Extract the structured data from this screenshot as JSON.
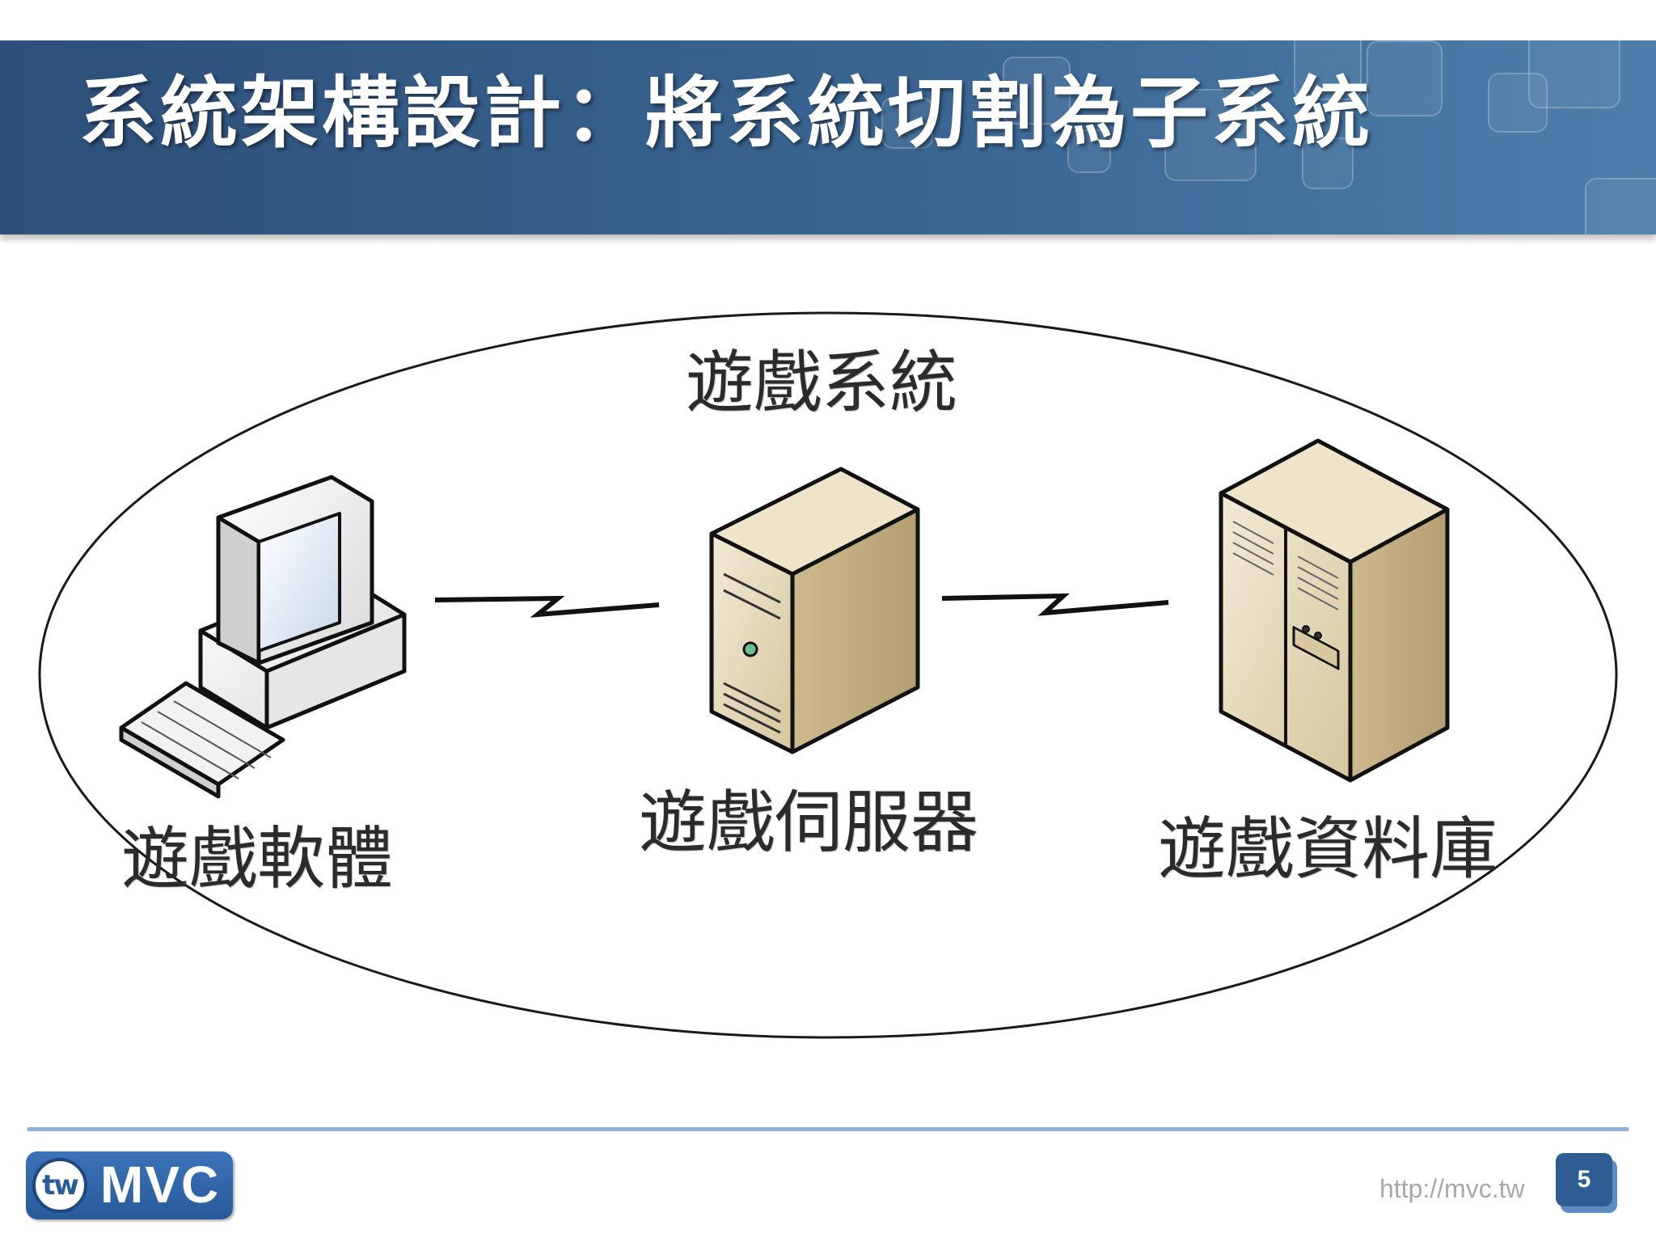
{
  "slide": {
    "title": "系統架構設計：將系統切割為子系統"
  },
  "diagram": {
    "system_label": "遊戲系統",
    "nodes": [
      {
        "id": "client",
        "label": "遊戲軟體",
        "icon": "desktop-computer-icon"
      },
      {
        "id": "server",
        "label": "遊戲伺服器",
        "icon": "tower-server-icon"
      },
      {
        "id": "database",
        "label": "遊戲資料庫",
        "icon": "database-server-icon"
      }
    ],
    "links": [
      {
        "from": "client",
        "to": "server",
        "style": "lightning-connector"
      },
      {
        "from": "server",
        "to": "database",
        "style": "lightning-connector"
      }
    ],
    "colors": {
      "device_beige": "#e8dcc0",
      "outline": "#111111",
      "screen": "#dde8f4"
    }
  },
  "footer": {
    "logo_badge": "tw",
    "logo_text": "MVC",
    "url": "http://mvc.tw",
    "page_number": "5"
  },
  "theme": {
    "banner": "#2d4f79",
    "rule": "#8fb0d6",
    "page_badge": "#2f5d93"
  }
}
